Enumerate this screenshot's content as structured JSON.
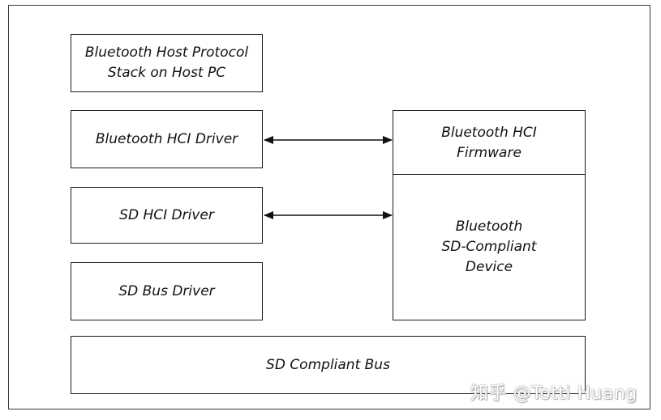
{
  "diagram": {
    "host_stack_label": "Bluetooth Host Protocol\nStack on Host PC",
    "hci_driver_label": "Bluetooth HCI Driver",
    "sd_hci_driver_label": "SD HCI Driver",
    "sd_bus_driver_label": "SD Bus Driver",
    "hci_firmware_label": "Bluetooth HCI\nFirmware",
    "sd_device_label": "Bluetooth\nSD-Compliant\nDevice",
    "sd_bus_label": "SD Compliant Bus"
  },
  "watermark": {
    "text": "知乎 @Totti Huang"
  }
}
